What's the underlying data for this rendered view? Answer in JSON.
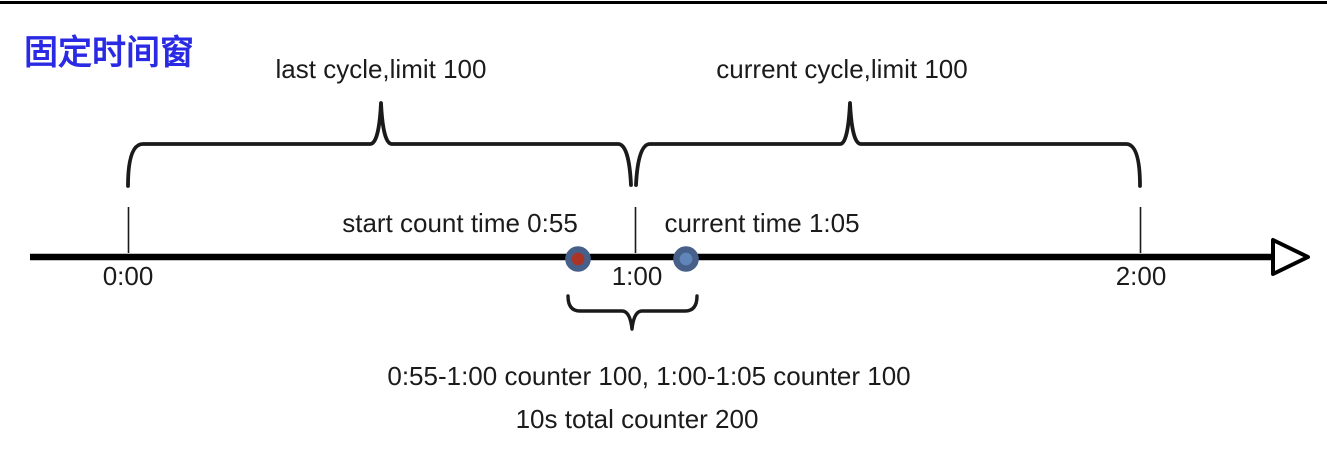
{
  "title": "固定时间窗",
  "title_color": "#2a2ae4",
  "cycles": {
    "last_label": "last cycle,limit 100",
    "current_label": "current cycle,limit 100"
  },
  "timeline": {
    "tick_labels": [
      "0:00",
      "1:00",
      "2:00"
    ],
    "markers": {
      "start": {
        "label": "start count time 0:55",
        "color": "#aa3527"
      },
      "current": {
        "label": "current time 1:05",
        "color": "#6085b8"
      }
    },
    "marker_ring_color": "#47608a",
    "axis_color": "#000000"
  },
  "summary": {
    "line1": "0:55-1:00 counter 100, 1:00-1:05 counter 100",
    "line2": "10s total counter 200"
  }
}
